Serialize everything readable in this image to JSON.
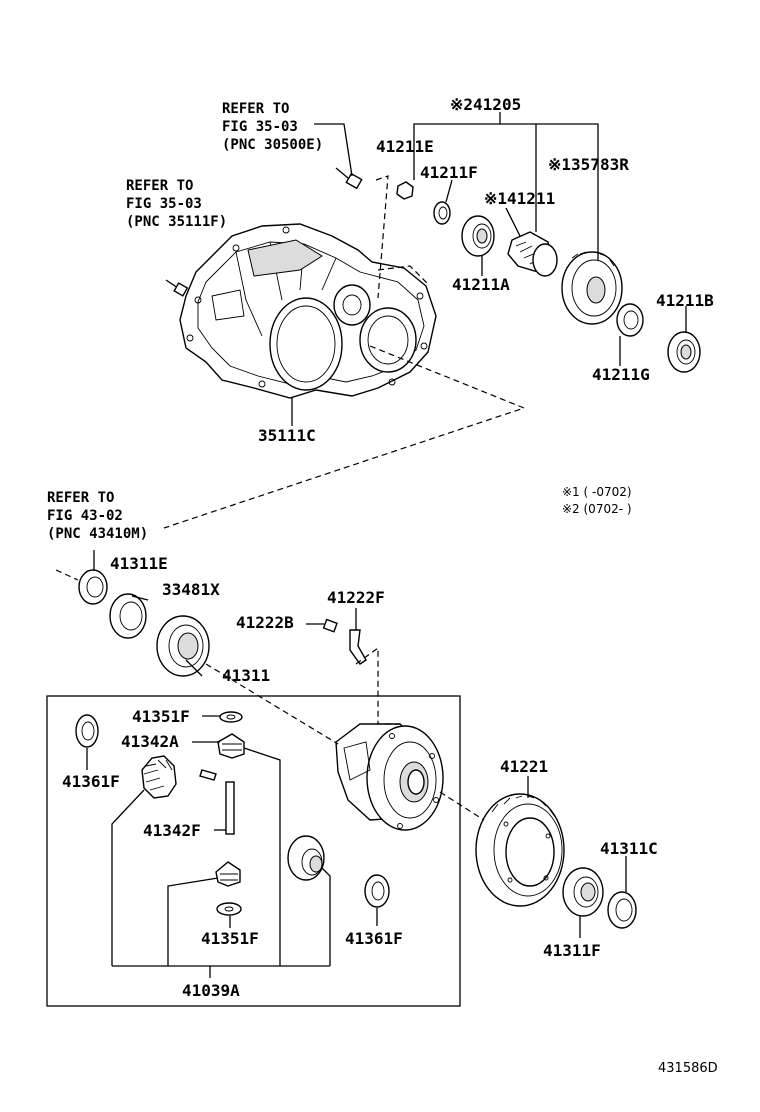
{
  "refers": [
    {
      "line1": "REFER TO",
      "line2": "FIG 35-03",
      "line3": "(PNC 30500E)"
    },
    {
      "line1": "REFER TO",
      "line2": "FIG 35-03",
      "line3": "(PNC 35111F)"
    },
    {
      "line1": "REFER TO",
      "line2": "FIG 43-02",
      "line3": "(PNC 43410M)"
    }
  ],
  "parts": {
    "p41205": "※241205",
    "p41211E": "41211E",
    "p41211F": "41211F",
    "p41211": "※141211",
    "p35783R": "※135783R",
    "p41211A": "41211A",
    "p41211B": "41211B",
    "p41211G": "41211G",
    "p35111C": "35111C",
    "p41311E": "41311E",
    "p33481X": "33481X",
    "p41222F": "41222F",
    "p41222B": "41222B",
    "p41311": "41311",
    "p41351F_top": "41351F",
    "p41342A": "41342A",
    "p41361F_left": "41361F",
    "p41342F": "41342F",
    "p41351F_bottom": "41351F",
    "p41361F_right": "41361F",
    "p41039A": "41039A",
    "p41221": "41221",
    "p41311C": "41311C",
    "p41311F": "41311F"
  },
  "notes": {
    "n1": "※1 (      -0702)",
    "n2": "※2 (0702-      )"
  },
  "figure_id": "431586D"
}
